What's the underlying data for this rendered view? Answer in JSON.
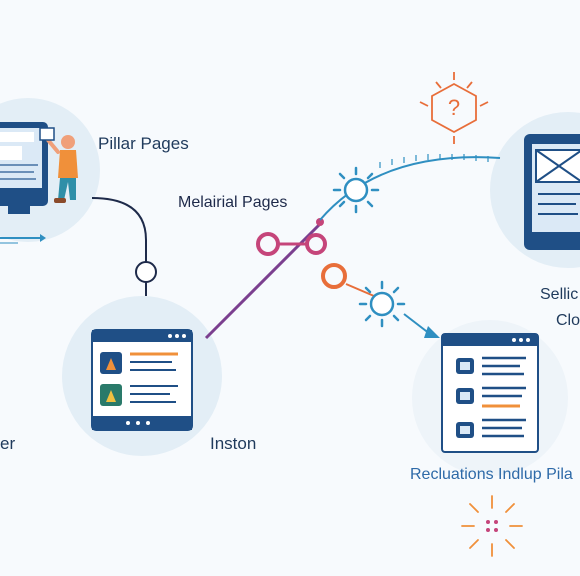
{
  "labels": {
    "pillar_pages": "Pillar Pages",
    "melairial_pages": "Melairial Pages",
    "sellic": "Sellic",
    "clo": "Clo",
    "er": "er",
    "inston": "Inston",
    "reclations": "Recluations Indlup Pila"
  },
  "colors": {
    "background": "#f7fafd",
    "circle": "#e3eef6",
    "navy": "#1f4f86",
    "teal_line": "#2f8fc1",
    "purple_line": "#7b3f8f",
    "orange": "#e86e3a",
    "magenta": "#c5457a",
    "accent_orange": "#f0903a"
  }
}
